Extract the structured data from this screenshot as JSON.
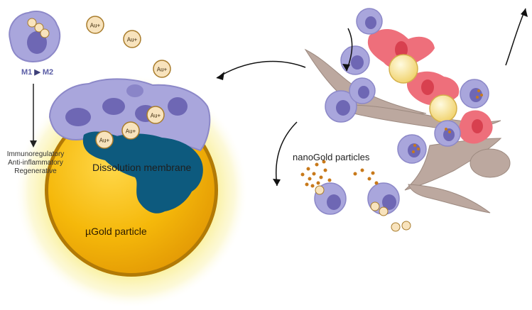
{
  "labels": {
    "m1": "M1",
    "m2": "M2",
    "immuno_lines": [
      "Immunoregulatory",
      "Anti-inflammatory",
      "Regenerative"
    ],
    "dissolution": "Dissolution membrane",
    "ugold": "µGold particle",
    "nanogold": "nanoGold particles",
    "au_ion": "Au+"
  },
  "colors": {
    "gold_core": "#f2b705",
    "gold_rim": "#b07a06",
    "gold_halo": "#fbf2a0",
    "membrane": "#0d5a7e",
    "macrophage": "#a9a6dc",
    "macrophage_nucleus": "#6e67b4",
    "fibroblast": "#bca89f",
    "red_cell": "#ee6f7b",
    "lipid": "#f6e49a",
    "ion_fill": "#f8e3bd",
    "nano_dot": "#c8791a"
  }
}
